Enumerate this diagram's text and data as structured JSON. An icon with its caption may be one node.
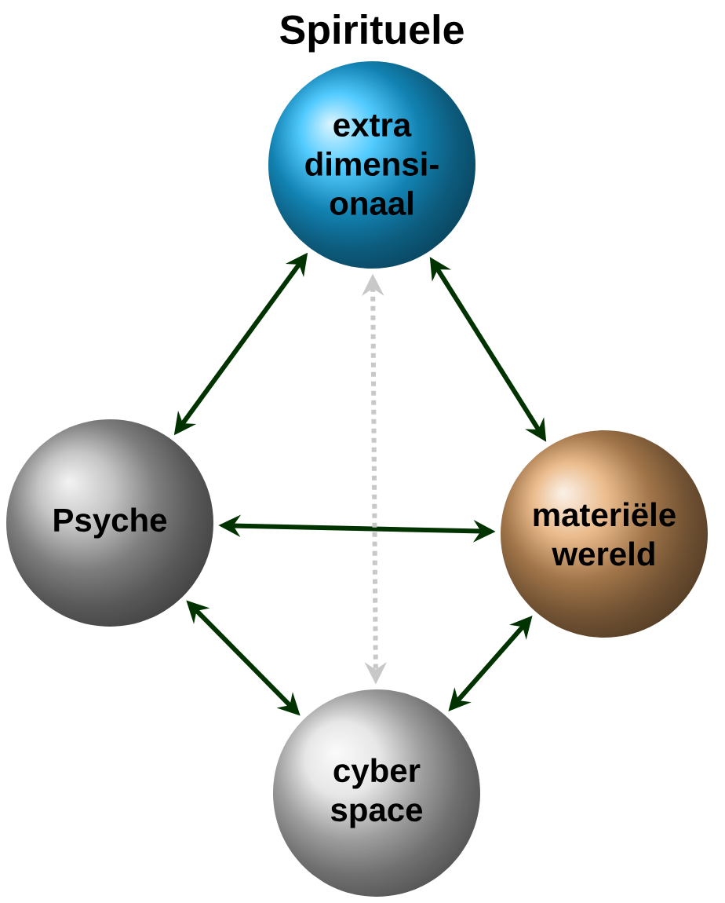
{
  "diagram": {
    "nodes": [
      {
        "text": [
          "extra dimensi- onaal"
        ],
        "beside": [
          "Spirituele"
        ]
      },
      {
        "text": [
          "Psyche"
        ]
      },
      {
        "text": [
          "materiële wereld"
        ]
      },
      {
        "text": [
          "cyber space"
        ]
      }
    ],
    "edges": [
      {
        "from": 0,
        "to": 1,
        "arrow": "both"
      },
      {
        "from": 0,
        "to": 2,
        "arrow": "both"
      },
      {
        "from": 1,
        "to": 2,
        "arrow": "both"
      },
      {
        "from": 1,
        "to": 3,
        "arrow": "both"
      },
      {
        "from": 2,
        "to": 3,
        "arrow": "both"
      },
      {
        "from": 0,
        "to": 3,
        "arrow": "both",
        "style": "dashed",
        "color": "#c8c8c8"
      }
    ]
  }
}
